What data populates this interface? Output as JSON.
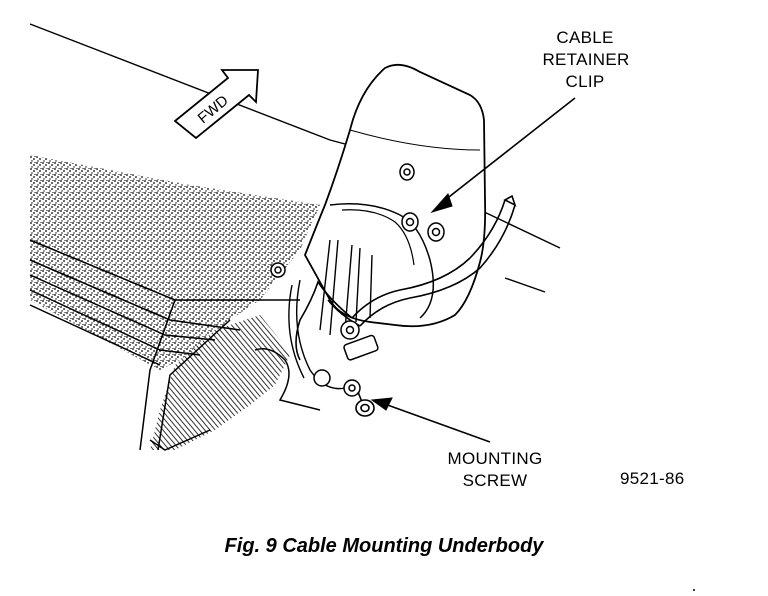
{
  "labels": {
    "fwd": "FWD",
    "cable_retainer_clip": [
      "CABLE",
      "RETAINER",
      "CLIP"
    ],
    "mounting_screw": [
      "MOUNTING",
      "SCREW"
    ],
    "figure_code": "9521-86"
  },
  "caption": "Fig. 9 Cable Mounting Underbody",
  "colors": {
    "ink": "#000000",
    "paper": "#ffffff"
  }
}
